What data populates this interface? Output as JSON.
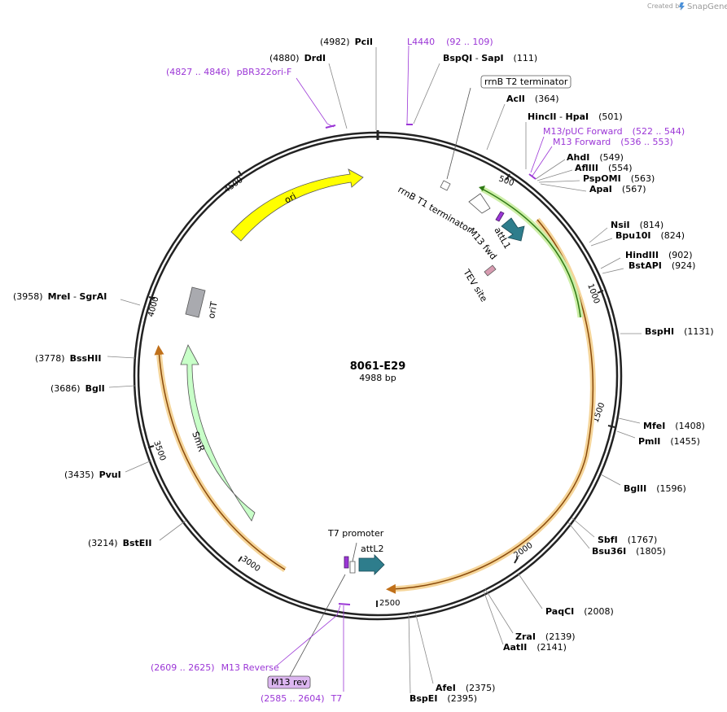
{
  "credit": {
    "prefix": "Created by",
    "brand": "SnapGene"
  },
  "plasmid": {
    "name": "8061-E29",
    "length": "4988 bp"
  },
  "ticks": [
    "500",
    "1000",
    "1500",
    "2000",
    "2500",
    "3000",
    "3500",
    "4000",
    "4500"
  ],
  "sites": [
    {
      "pos": "(4982)",
      "name": "PciI"
    },
    {
      "pos": "(4880)",
      "name": "DrdI"
    },
    {
      "name": "BspQI",
      "sep": " - ",
      "name2": "SapI",
      "pos": "(111)"
    },
    {
      "name": "AclI",
      "pos": "(364)"
    },
    {
      "name": "HincII",
      "sep": " - ",
      "name2": "HpaI",
      "pos": "(501)"
    },
    {
      "name": "AhdI",
      "pos": "(549)"
    },
    {
      "name": "AflIII",
      "pos": "(554)"
    },
    {
      "name": "PspOMI",
      "pos": "(563)"
    },
    {
      "name": "ApaI",
      "pos": "(567)"
    },
    {
      "name": "NsiI",
      "pos": "(814)"
    },
    {
      "name": "Bpu10I",
      "pos": "(824)"
    },
    {
      "name": "HindIII",
      "pos": "(902)"
    },
    {
      "name": "BstAPI",
      "pos": "(924)"
    },
    {
      "name": "BspHI",
      "pos": "(1131)"
    },
    {
      "name": "MfeI",
      "pos": "(1408)"
    },
    {
      "name": "PmlI",
      "pos": "(1455)"
    },
    {
      "name": "BglII",
      "pos": "(1596)"
    },
    {
      "name": "SbfI",
      "pos": "(1767)"
    },
    {
      "name": "Bsu36I",
      "pos": "(1805)"
    },
    {
      "name": "PaqCI",
      "pos": "(2008)"
    },
    {
      "name": "ZraI",
      "pos": "(2139)"
    },
    {
      "name": "AatII",
      "pos": "(2141)"
    },
    {
      "name": "AfeI",
      "pos": "(2375)"
    },
    {
      "name": "BspEI",
      "pos": "(2395)"
    },
    {
      "pos": "(3214)",
      "name": "BstEII"
    },
    {
      "pos": "(3435)",
      "name": "PvuI"
    },
    {
      "pos": "(3686)",
      "name": "BglI"
    },
    {
      "pos": "(3778)",
      "name": "BssHII"
    },
    {
      "pos": "(3958)",
      "name": "MreI",
      "sep": " - ",
      "name2": "SgrAI"
    }
  ],
  "primers": [
    {
      "range": "(4827 .. 4846)",
      "name": "pBR322ori-F"
    },
    {
      "name": "L4440",
      "range": "(92 .. 109)"
    },
    {
      "name": "M13/pUC Forward",
      "range": "(522 .. 544)"
    },
    {
      "name": "M13 Forward",
      "range": "(536 .. 553)"
    },
    {
      "range": "(2609 .. 2625)",
      "name": "M13 Reverse"
    },
    {
      "range": "(2585 .. 2604)",
      "name": "T7"
    }
  ],
  "boxed_labels": {
    "rrnb_t2": "rrnB T2 terminator",
    "m13_rev": "M13 rev"
  },
  "features": {
    "ori": "ori",
    "orit": "oriT",
    "smr": "SmR",
    "rrnb_t1": "rrnB T1 terminator",
    "attl1": "attL1",
    "m13_fwd": "M13 fwd",
    "tev": "TEV site",
    "t7_promoter": "T7 promoter",
    "attl2": "attL2"
  },
  "colors": {
    "backbone": "#222222",
    "ori": "#ffff00",
    "smr": "#c8ffc8",
    "orit": "#a9aaaf",
    "att": "#2e7d8c",
    "primer": "#9b36d6",
    "orange_feature": "#f5b56a",
    "green_feature": "#8bd24a",
    "tev": "#d79bb0"
  }
}
